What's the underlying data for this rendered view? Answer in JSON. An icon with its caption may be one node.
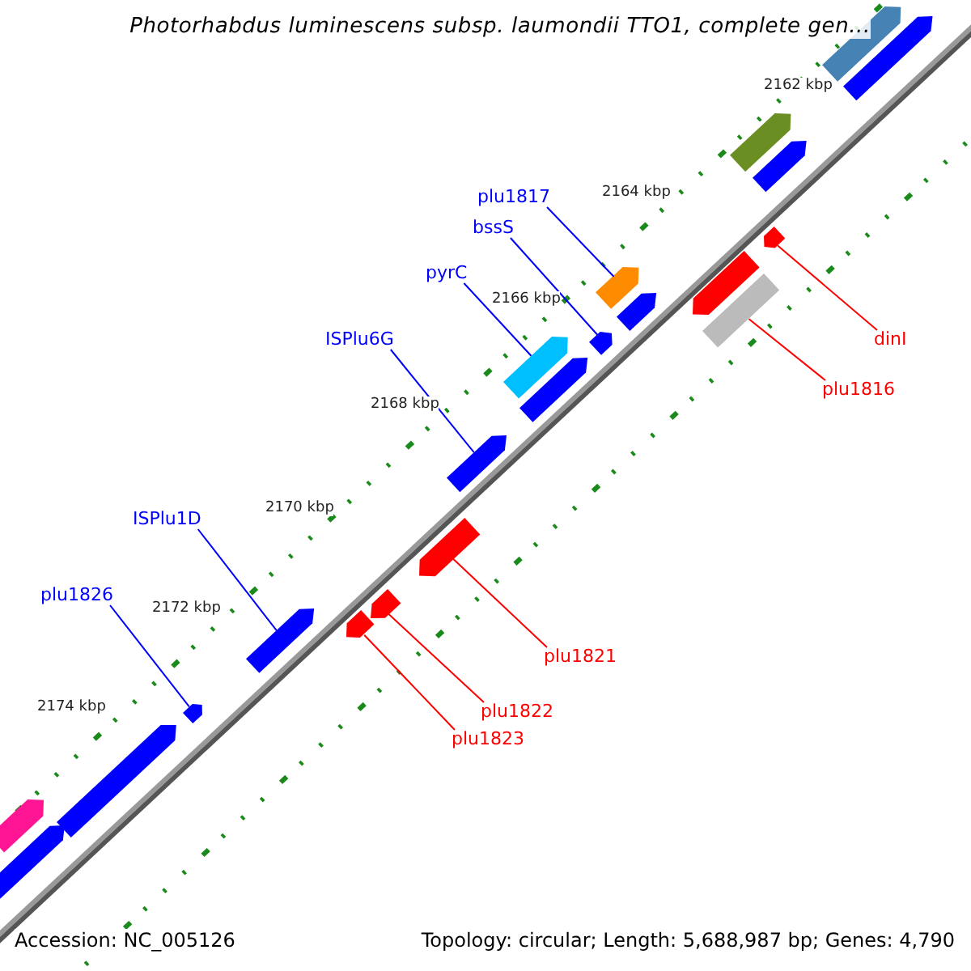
{
  "diagram": {
    "title": "Photorhabdus luminescens subsp. laumondii TTO1, complete gen...",
    "nodes": [
      {
        "text": [],
        "shape": "bar"
      },
      {
        "text": [],
        "shape": "bar"
      },
      {
        "text": [],
        "shape": "bar"
      },
      {
        "text": [],
        "shape": "bar"
      },
      {
        "text": [],
        "shape": "bar"
      },
      {
        "text": [],
        "shape": "bar"
      },
      {
        "text": [],
        "shape": "bar"
      },
      {
        "text": [],
        "shape": "bar"
      },
      {
        "text": [],
        "shape": "bar"
      },
      {
        "text": [],
        "shape": "bar"
      },
      {
        "text": [],
        "shape": "bar"
      },
      {
        "text": [],
        "shape": "bar"
      },
      {
        "text": [],
        "shape": "bar"
      },
      {
        "text": [],
        "shape": "bar"
      },
      {
        "text": [],
        "shape": "bar"
      },
      {
        "text": [],
        "shape": "bar"
      },
      {
        "text": [],
        "shape": "bar"
      },
      {
        "text": [],
        "shape": "bar"
      },
      {
        "text": [],
        "shape": "bar"
      },
      {
        "text": [],
        "shape": "bar"
      },
      {
        "text": [],
        "shape": "bar"
      },
      {
        "text": [
          "plu1817"
        ]
      },
      {
        "text": [
          "bssS"
        ]
      },
      {
        "text": [
          "pyrC"
        ]
      },
      {
        "text": [
          "ISPlu6G"
        ]
      },
      {
        "text": [
          "ISPlu1D"
        ]
      },
      {
        "text": [
          "plu1826"
        ]
      },
      {
        "text": [
          "dinI"
        ]
      },
      {
        "text": [
          "plu1816"
        ]
      },
      {
        "text": [
          "plu1821"
        ]
      },
      {
        "text": [
          "plu1822"
        ]
      },
      {
        "text": [
          "plu1823"
        ]
      }
    ],
    "edges": [
      {
        "from": 21,
        "to": 4,
        "arrow": "none"
      },
      {
        "from": 22,
        "to": 6,
        "arrow": "none"
      },
      {
        "from": 23,
        "to": 7,
        "arrow": "none"
      },
      {
        "from": 24,
        "to": 9,
        "arrow": "none"
      },
      {
        "from": 25,
        "to": 10,
        "arrow": "none"
      },
      {
        "from": 26,
        "to": 11,
        "arrow": "none"
      },
      {
        "from": 27,
        "to": 15,
        "arrow": "none",
        "color": "#ff0000"
      },
      {
        "from": 28,
        "to": 17,
        "arrow": "none",
        "color": "#ff0000"
      },
      {
        "from": 29,
        "to": 18,
        "arrow": "none",
        "color": "#ff0000"
      },
      {
        "from": 30,
        "to": 19,
        "arrow": "none",
        "color": "#ff0000"
      },
      {
        "from": 31,
        "to": 20,
        "arrow": "none",
        "color": "#ff0000"
      }
    ],
    "labels": [
      "2162 kbp",
      "2164 kbp",
      "2166 kbp",
      "2168 kbp",
      "2170 kbp",
      "2172 kbp",
      "2174 kbp",
      "Accession: NC_005126",
      "Topology: circular; Length: 5,688,987 bp; Genes: 4,790"
    ]
  }
}
